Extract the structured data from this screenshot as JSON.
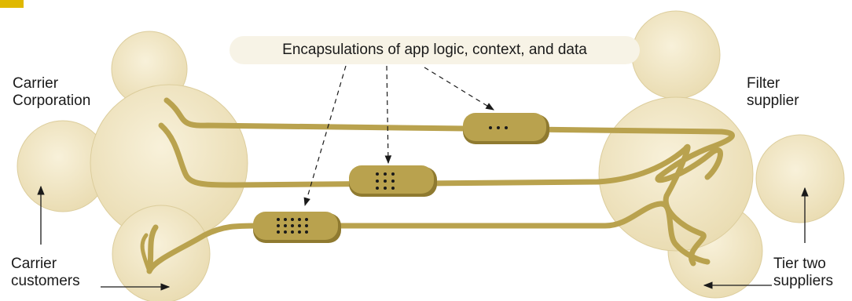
{
  "callout": {
    "text": "Encapsulations of app logic, context, and data"
  },
  "labels": {
    "carrier_corporation": [
      "Carrier",
      "Corporation"
    ],
    "filter_supplier": [
      "Filter",
      "supplier"
    ],
    "carrier_customers": [
      "Carrier",
      "customers"
    ],
    "tier_two_suppliers": [
      "Tier two",
      "suppliers"
    ]
  },
  "colors": {
    "circle_fill": "#f2e8c9",
    "circle_edge": "#e2d3a6",
    "pipe": "#b9a24e",
    "pipe_dark": "#8f7a30",
    "callout_bg": "#f7f3e6",
    "corner_mark": "#e0b800",
    "dot": "#1a1a1a"
  }
}
